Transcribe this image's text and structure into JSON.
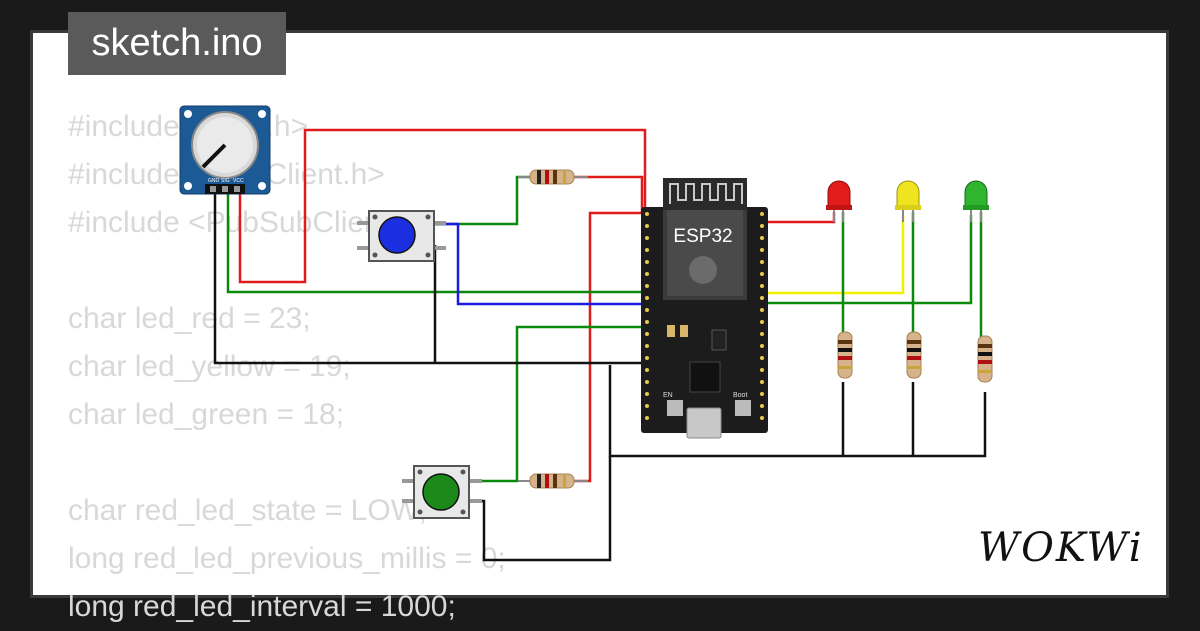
{
  "file_tab": {
    "label": "sketch.ino"
  },
  "code_lines": [
    "#include <WiFi.h>",
    "#include <WiFiClient.h>",
    "#include <PubSubClient.h>",
    "",
    "char led_red = 23;",
    "char led_yellow = 19;",
    "char led_green = 18;",
    "",
    "char red_led_state = LOW;",
    "long red_led_previous_millis = 0;",
    "long red_led_interval = 1000;"
  ],
  "board": {
    "label": "ESP32",
    "en_label": "EN",
    "boot_label": "Boot"
  },
  "potentiometer": {
    "pin_labels": [
      "GND",
      "SIG",
      "VCC"
    ]
  },
  "leds": [
    {
      "color_name": "red",
      "color": "#e21b1b"
    },
    {
      "color_name": "yellow",
      "color": "#efe41f"
    },
    {
      "color_name": "green",
      "color": "#2fb52f"
    }
  ],
  "buttons": [
    {
      "color_name": "blue",
      "color": "#1c2fe0"
    },
    {
      "color_name": "green",
      "color": "#1b8a1b"
    }
  ],
  "wire_colors": {
    "red": "#e01b1b",
    "blue": "#1a1ae0",
    "green": "#0a8a0a",
    "yellow": "#f0f000",
    "black": "#111111"
  },
  "brand": "WOKWi"
}
